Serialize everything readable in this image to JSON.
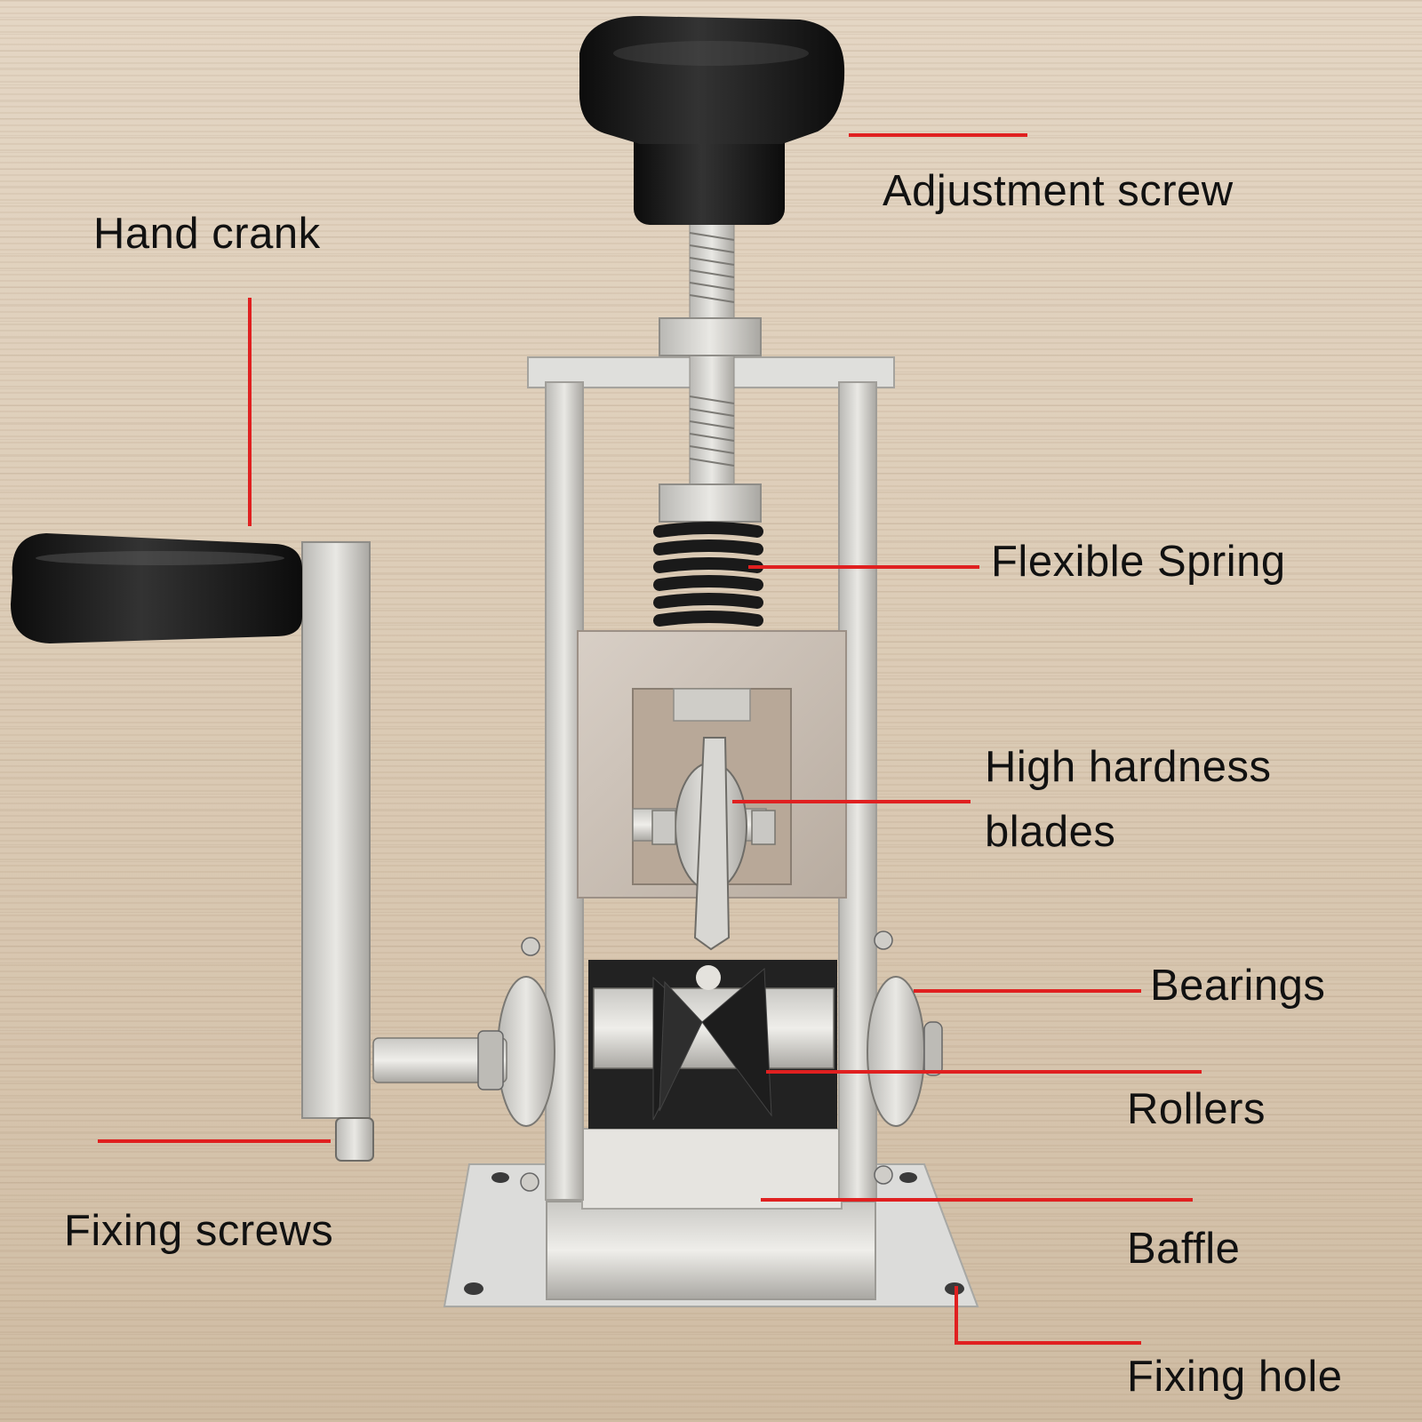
{
  "labels": {
    "adjustment_screw": "Adjustment screw",
    "hand_crank": "Hand crank",
    "flexible_spring": "Flexible Spring",
    "blades_line1": "High hardness",
    "blades_line2": "blades",
    "bearings": "Bearings",
    "rollers": "Rollers",
    "fixing_screws": "Fixing screws",
    "baffle": "Baffle",
    "fixing_hole": "Fixing hole"
  },
  "colors": {
    "leader_line": "#e02020",
    "frame_metal": "#d9d9d6",
    "knob": "#141414"
  }
}
